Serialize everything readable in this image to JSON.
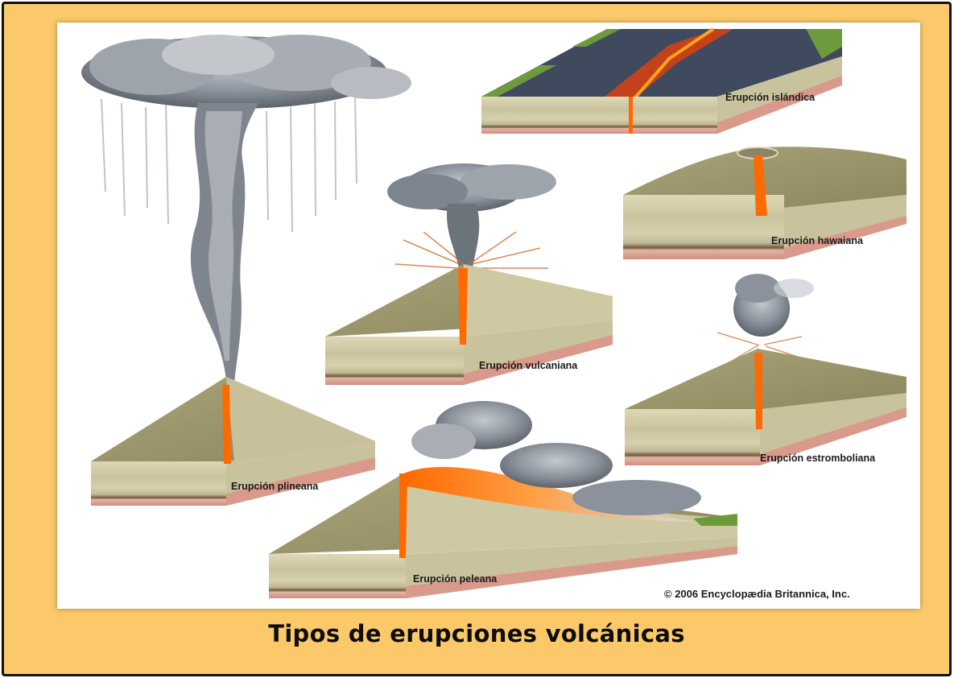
{
  "diagram": {
    "labels": {
      "plineana": "Erupción plineana",
      "islandica": "Erupción islándica",
      "vulcaniana": "Erupción vulcaniana",
      "hawaiana": "Erupción hawaiana",
      "estromboliana": "Erupción estromboliana",
      "peleana": "Erupción peleana"
    },
    "copyright": "© 2006 Encyclopædia Britannica, Inc."
  },
  "caption": "Tipos de erupciones volcánicas",
  "colors": {
    "frame_background": "#fbc969",
    "frame_border": "#111111",
    "rock_top": "#b3ad85",
    "rock_side": "#cfc9a3",
    "rock_dark": "#8f8a64",
    "crust_red": "#d99a8c",
    "lava": "#ff6a00",
    "ash_cloud": "#8a9099",
    "grass": "#6f9a3b",
    "basalt": "#3f4a5e"
  }
}
